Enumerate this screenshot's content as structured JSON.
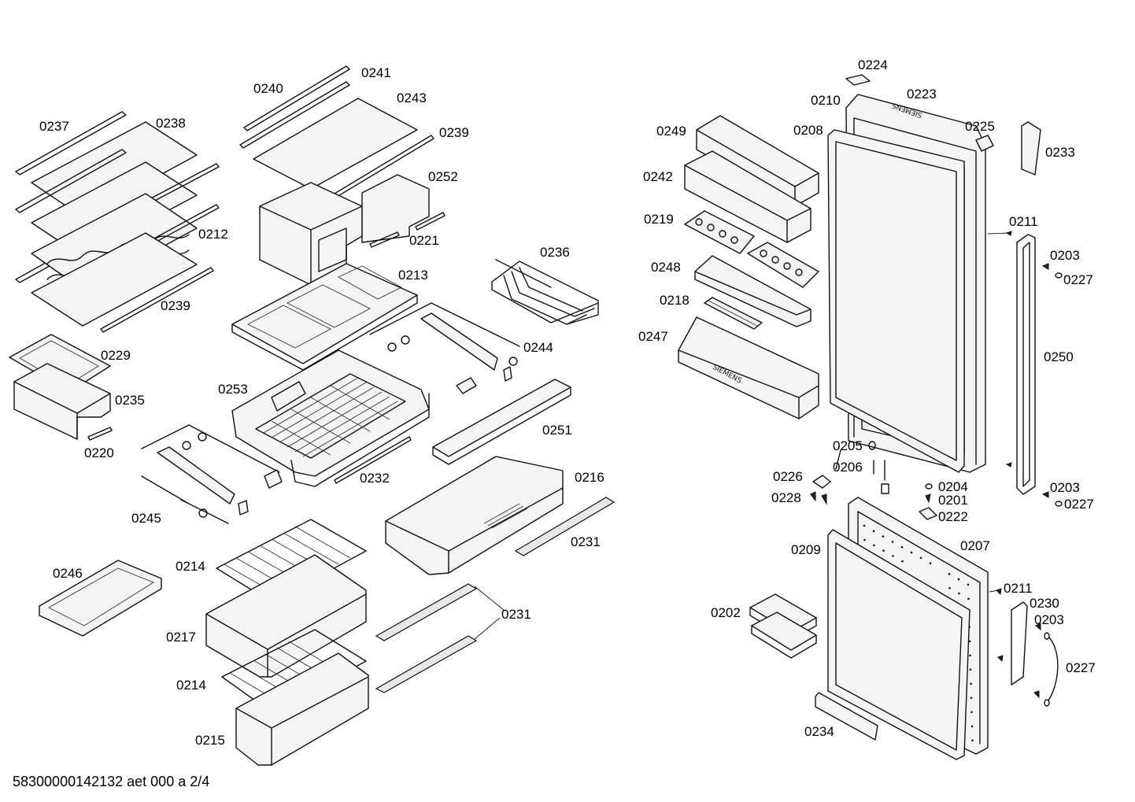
{
  "labels": {
    "p0237": "0237",
    "p0238": "0238",
    "p0212": "0212",
    "p0239a": "0239",
    "p0229": "0229",
    "p0235": "0235",
    "p0220": "0220",
    "p0240": "0240",
    "p0241": "0241",
    "p0243": "0243",
    "p0239b": "0239",
    "p0252": "0252",
    "p0221": "0221",
    "p0213": "0213",
    "p0236": "0236",
    "p0244": "0244",
    "p0253": "0253",
    "p0251": "0251",
    "p0232": "0232",
    "p0245": "0245",
    "p0216": "0216",
    "p0231a": "0231",
    "p0246": "0246",
    "p0214a": "0214",
    "p0217": "0217",
    "p0231b": "0231",
    "p0214b": "0214",
    "p0215": "0215",
    "p0224": "0224",
    "p0223": "0223",
    "p0210": "0210",
    "p0249": "0249",
    "p0208": "0208",
    "p0225": "0225",
    "p0233": "0233",
    "p0242": "0242",
    "p0219": "0219",
    "p0211a": "0211",
    "p0248": "0248",
    "p0203a": "0203",
    "p0227a": "0227",
    "p0218": "0218",
    "p0247": "0247",
    "p0250": "0250",
    "p0205": "0205",
    "p0206": "0206",
    "p0226": "0226",
    "p0204": "0204",
    "p0203b": "0203",
    "p0227b": "0227",
    "p0228": "0228",
    "p0201": "0201",
    "p0222": "0222",
    "p0209": "0209",
    "p0207": "0207",
    "p0211b": "0211",
    "p0230": "0230",
    "p0203c": "0203",
    "p0202": "0202",
    "p0227c": "0227",
    "p0234": "0234"
  },
  "brand_text": "SIEMENS",
  "footer": "58300000142132 aet 000 a 2/4"
}
